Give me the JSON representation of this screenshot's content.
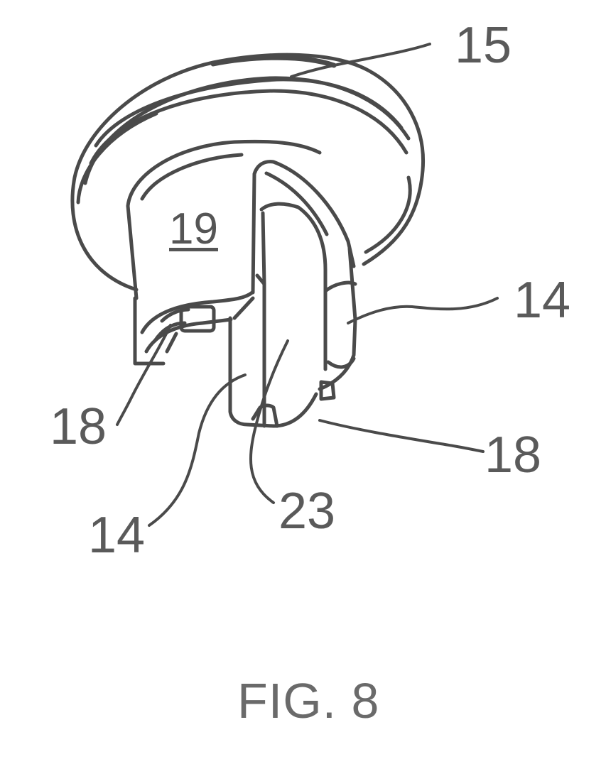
{
  "figure": {
    "caption": "FIG. 8",
    "reference_numerals": {
      "top_right": "15",
      "center": "19",
      "right": "14",
      "left": "18",
      "bottom_right": "18",
      "bottom_left": "14",
      "bottom_center": "23"
    }
  },
  "colors": {
    "line": "#4a4a4a",
    "text": "#5a5a5a",
    "background": "#ffffff"
  }
}
